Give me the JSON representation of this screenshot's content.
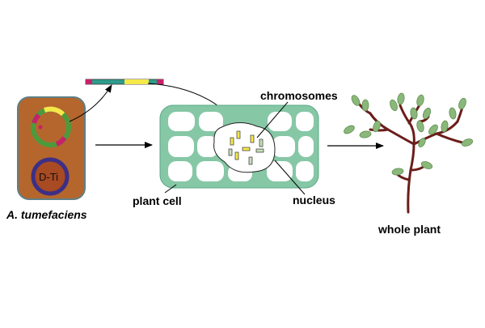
{
  "labels": {
    "bacterium": "A. tumefaciens",
    "plasmid": "D-Ti",
    "plant_cell": "plant cell",
    "chromosomes": "chromosomes",
    "nucleus": "nucleus",
    "whole_plant": "whole plant"
  },
  "colors": {
    "bacterium_fill": "#b5662d",
    "bacterium_border": "#5e7f86",
    "plasmid_ring": "#3c2f86",
    "plasmid_fill": "#a84a22",
    "ti_green": "#6ac45a",
    "ti_yellow": "#f5e84a",
    "ti_magenta": "#c7216a",
    "t_dna_teal": "#2e9c8c",
    "cell_wall": "#86c7a6",
    "plant_stem": "#6b1d1a",
    "leaf": "#8ab87a",
    "arrow": "#000000"
  },
  "icons": [
    "bacterium-icon",
    "plasmid-icon",
    "t-dna-strip-icon",
    "plant-cell-icon",
    "nucleus-icon",
    "chromosome-icon",
    "plant-icon"
  ]
}
